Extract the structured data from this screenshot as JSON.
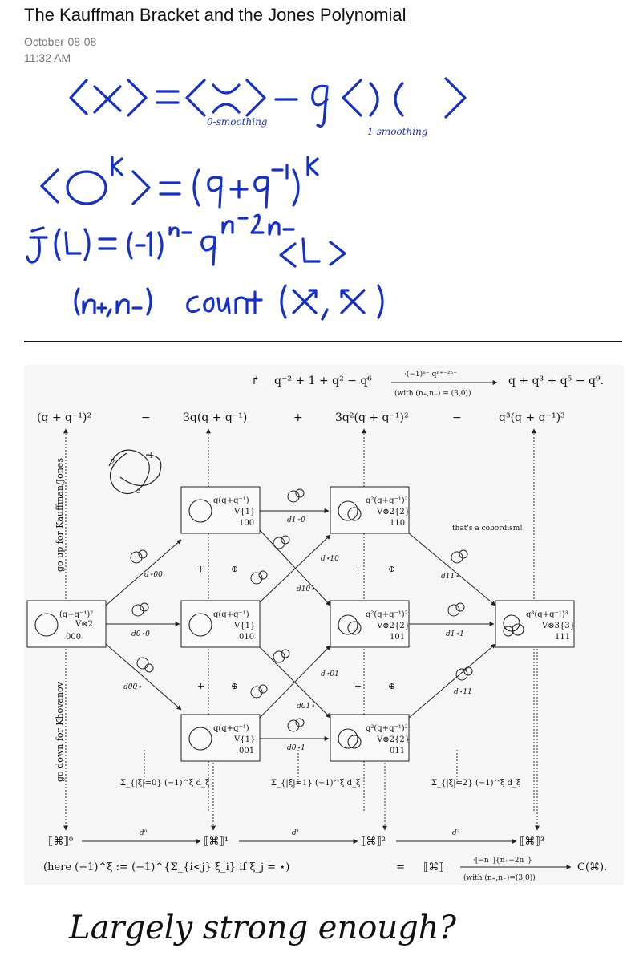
{
  "note": {
    "title": "The Kauffman Bracket and the Jones Polynomial",
    "date": "October-08-08",
    "time": "11:32 AM"
  },
  "handwriting": {
    "eq1": "⟨ X ⟩ = ⟨ ⌣⌢ ⟩ − q ⟨ ) ( ⟩",
    "eq1_label0": "0-smoothing",
    "eq1_label1": "1-smoothing",
    "eq2": "⟨ O^k ⟩ = (q+q⁻¹)^k",
    "eq3": "Ĵ(L) = (−1)^{n₋} q^{n₊−2n₋} ⟨ L ⟩",
    "eq4_left": "(n₊, n₋)",
    "eq4_mid": "count",
    "eq4_right": "( ⤧ , ⤨ )",
    "bottom": "Largely strong enough?"
  },
  "figure": {
    "top_arrow_label": "·(−1)ⁿ⁻ qⁿ⁺⁻²ⁿ⁻",
    "top_arrow_sub": "(with (n₊,n₋) = (3,0))",
    "top_left_poly": "q⁻² + 1 + q² − q⁶",
    "top_right_poly": "q + q³ + q⁵ − q⁹.",
    "row_terms": [
      "(q + q⁻¹)²",
      "−",
      "3q(q + q⁻¹)",
      "+",
      "3q²(q + q⁻¹)²",
      "−",
      "q³(q + q⁻¹)³"
    ],
    "side_up": "go up for Kauffman/Jones",
    "side_down": "go down for Khovanov",
    "knot_labels": [
      "1",
      "2",
      "3"
    ],
    "cobordism_note": "that's a cobordism!",
    "nodes": [
      {
        "id": "000",
        "top": "(q+q⁻¹)²",
        "mid": "V⊗2"
      },
      {
        "id": "100",
        "top": "q(q+q⁻¹)",
        "mid": "V{1}"
      },
      {
        "id": "010",
        "top": "q(q+q⁻¹)",
        "mid": "V{1}"
      },
      {
        "id": "001",
        "top": "q(q+q⁻¹)",
        "mid": "V{1}"
      },
      {
        "id": "110",
        "top": "q²(q+q⁻¹)²",
        "mid": "V⊗2{2}"
      },
      {
        "id": "101",
        "top": "q²(q+q⁻¹)²",
        "mid": "V⊗2{2}"
      },
      {
        "id": "011",
        "top": "q²(q+q⁻¹)²",
        "mid": "V⊗2{2}"
      },
      {
        "id": "111",
        "top": "q³(q+q⁻¹)³",
        "mid": "V⊗3{3}"
      }
    ],
    "edge_labels": [
      "d⋆00",
      "d0⋆0",
      "d00⋆",
      "d1⋆0",
      "d⋆10",
      "d10⋆",
      "d⋆01",
      "d01⋆",
      "d0⋆1",
      "d11⋆",
      "d1⋆1",
      "d⋆11"
    ],
    "plus_signs": [
      "+",
      "⊕",
      "+",
      "⊕",
      "+",
      "⊕",
      "+",
      "⊕"
    ],
    "sums": [
      "Σ_{|ξ|=0} (−1)^ξ d_ξ",
      "Σ_{|ξ|=1} (−1)^ξ d_ξ",
      "Σ_{|ξ|=2} (−1)^ξ d_ξ"
    ],
    "chain": [
      "⟦⌘⟧⁰",
      "⟦⌘⟧¹",
      "⟦⌘⟧²",
      "⟦⌘⟧³"
    ],
    "chain_maps": [
      "d⁰",
      "d¹",
      "d²"
    ],
    "footer_left": "(here (−1)^ξ := (−1)^{Σ_{i<j} ξ_i} if ξ_j = ⋆)",
    "footer_eq": "=",
    "footer_bracket": "⟦⌘⟧",
    "footer_arrow_label": "·[−n₋]{n₊−2n₋}",
    "footer_arrow_sub": "(with (n₊,n₋)=(3,0))",
    "footer_right": "C(⌘)."
  }
}
